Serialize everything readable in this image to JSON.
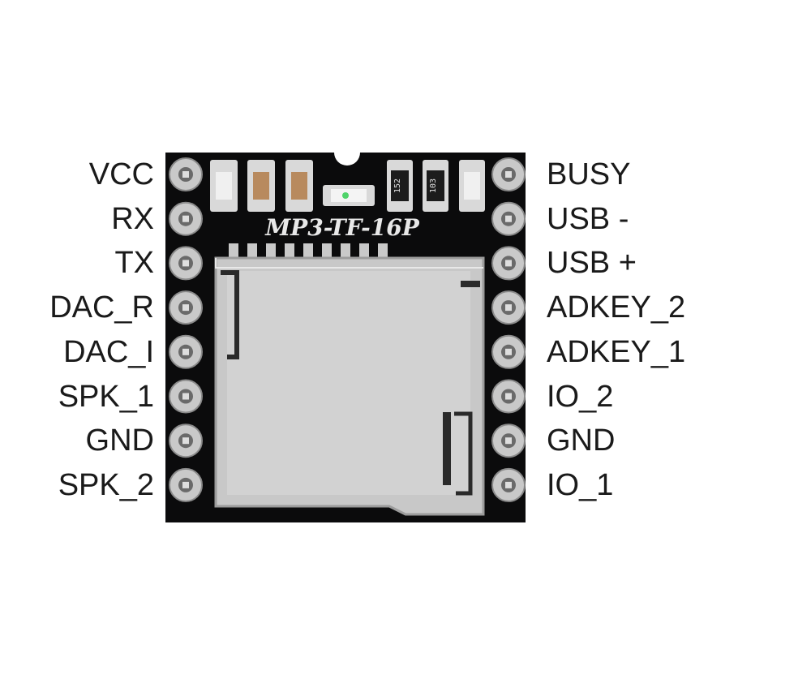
{
  "board": {
    "silkscreen": "MP3-TF-16P",
    "resistor_codes": [
      "152",
      "103"
    ],
    "colors": {
      "pcb": "#0b0b0c",
      "pad": "#c9c9c9",
      "pad_hole": "#6a6a6a",
      "card_slot": "#c8c8c8",
      "card_slot_edge": "#9c9c9c",
      "silkscreen": "#e8e8e8",
      "led": "#4fd36a",
      "label": "#1a1a1a"
    }
  },
  "pins_left": [
    "VCC",
    "RX",
    "TX",
    "DAC_R",
    "DAC_I",
    "SPK_1",
    "GND",
    "SPK_2"
  ],
  "pins_right": [
    "BUSY",
    "USB -",
    "USB +",
    "ADKEY_2",
    "ADKEY_1",
    "IO_2",
    "GND",
    "IO_1"
  ]
}
